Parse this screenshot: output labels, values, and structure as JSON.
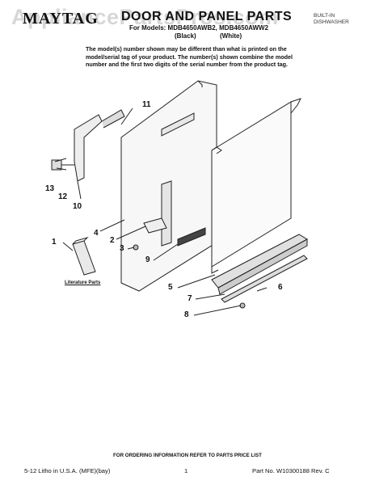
{
  "header": {
    "brand": "MAYTAG",
    "title": "DOOR AND PANEL PARTS",
    "models_line": "For Models: MDB4650AWB2, MDB4650AWW2",
    "color_black": "(Black)",
    "color_white": "(White)",
    "product_type_line1": "BUILT-IN",
    "product_type_line2": "DISHWASHER"
  },
  "note": "The model(s) number shown may be different than what is printed on the model/serial tag of your product. The number(s) shown combine the model number and the first two digits of the serial number from the product tag.",
  "watermark": "AppliancePartsPros.com",
  "literature_label": "Literature Parts",
  "callouts": [
    "1",
    "2",
    "3",
    "4",
    "5",
    "6",
    "7",
    "8",
    "9",
    "10",
    "11",
    "12",
    "13"
  ],
  "footer": {
    "ordering": "FOR ORDERING INFORMATION REFER TO PARTS PRICE LIST",
    "litho": "5-12 Litho in U.S.A. (MFE)(bay)",
    "page": "1",
    "part_no": "Part No. W10300188 Rev. C"
  }
}
